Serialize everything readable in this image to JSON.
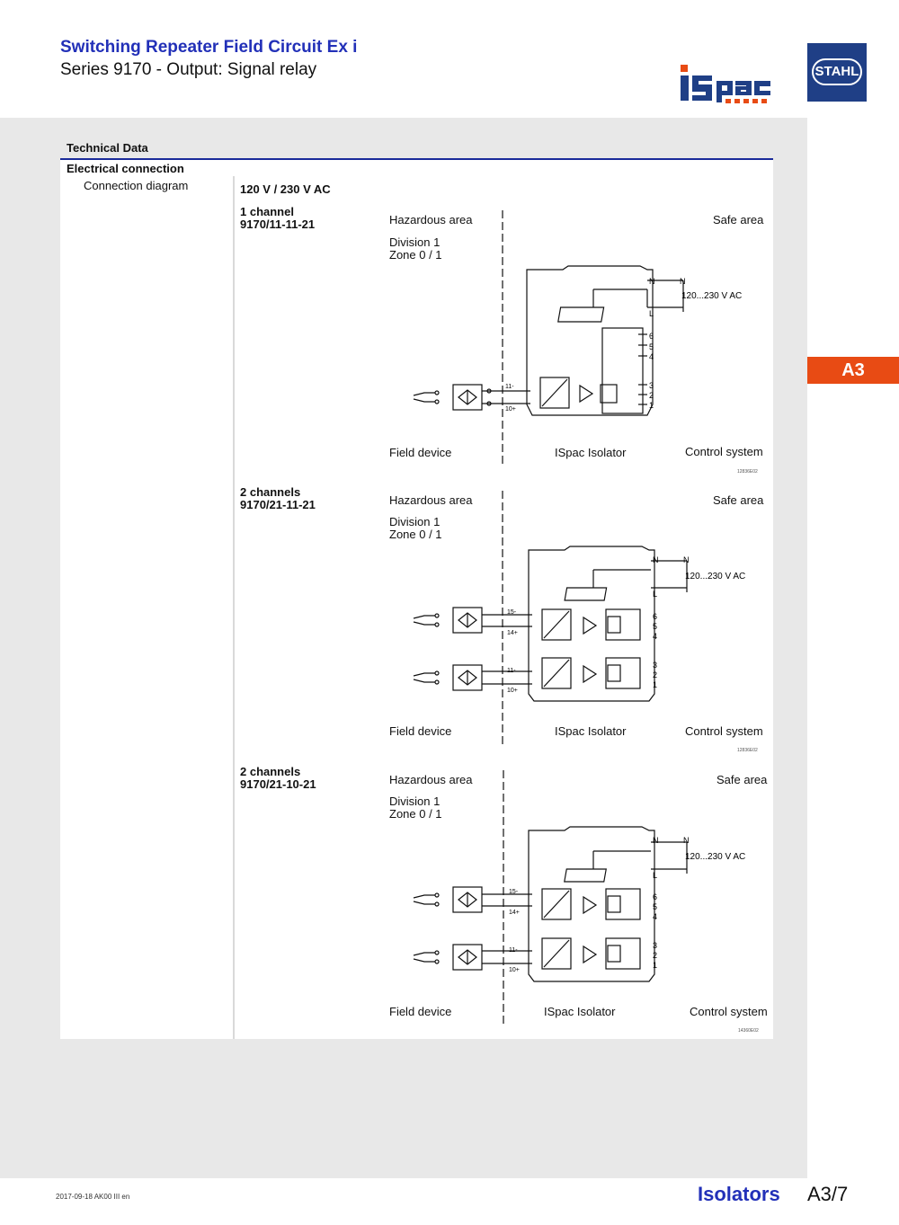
{
  "header": {
    "title": "Switching Repeater Field Circuit Ex i",
    "subtitle": "Series 9170 - Output: Signal relay",
    "logo_ispac": "ISpac",
    "logo_stahl": "STAHL"
  },
  "tab": {
    "label": "A3"
  },
  "section": {
    "title": "Technical Data",
    "subtitle": "Electrical connection",
    "row_label": "Connection diagram",
    "voltage": "120 V / 230 V AC"
  },
  "diagrams": [
    {
      "variant_line1": "1 channel",
      "variant_line2": "9170/11-11-21",
      "hazardous": "Hazardous area",
      "division": "Division 1",
      "zone": "Zone 0 / 1",
      "safe": "Safe area",
      "field": "Field device",
      "isolator": "ISpac Isolator",
      "control": "Control system",
      "supply": "120...230 V AC",
      "code": "12836E02"
    },
    {
      "variant_line1": "2 channels",
      "variant_line2": "9170/21-11-21",
      "hazardous": "Hazardous area",
      "division": "Division 1",
      "zone": "Zone 0 / 1",
      "safe": "Safe area",
      "field": "Field device",
      "isolator": "ISpac Isolator",
      "control": "Control system",
      "supply": "120...230 V AC",
      "code": "12836E02"
    },
    {
      "variant_line1": "2 channels",
      "variant_line2": "9170/21-10-21",
      "hazardous": "Hazardous area",
      "division": "Division 1",
      "zone": "Zone 0 / 1",
      "safe": "Safe area",
      "field": "Field device",
      "isolator": "ISpac Isolator",
      "control": "Control system",
      "supply": "120...230 V AC",
      "code": "14360E02"
    }
  ],
  "footer": {
    "date": "2017-09-18 AK00 III en",
    "category": "Isolators",
    "page": "A3/7"
  }
}
